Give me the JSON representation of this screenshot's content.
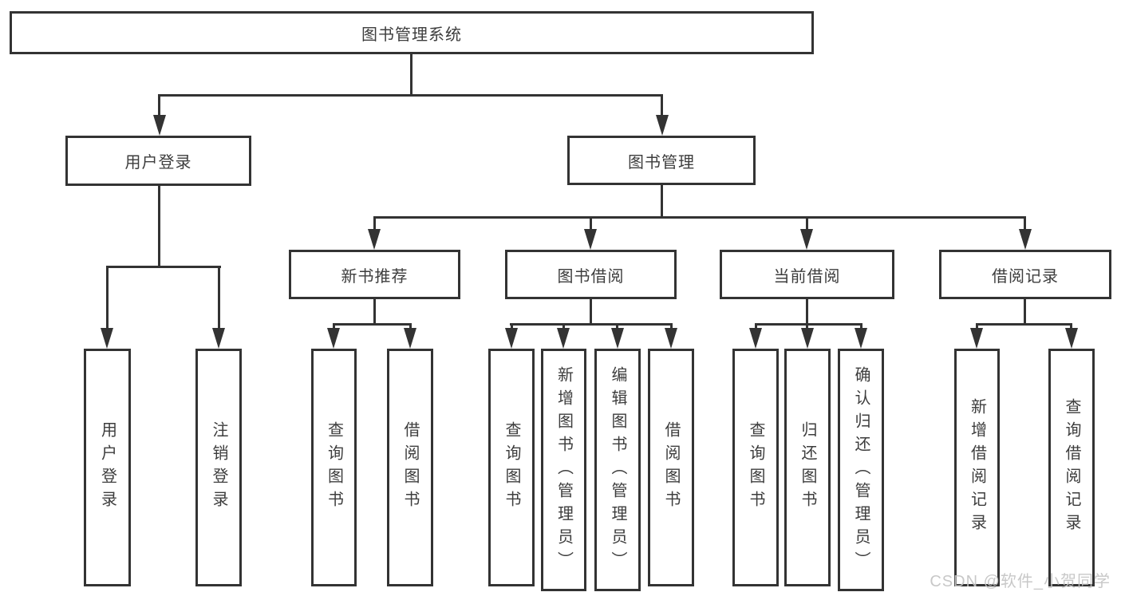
{
  "colors": {
    "line": "#333333",
    "text": "#3d3d3d",
    "background": "#ffffff",
    "watermark": "#c4c4c4"
  },
  "tree": {
    "root": {
      "label": "图书管理系统"
    },
    "level2": [
      {
        "label": "用户登录"
      },
      {
        "label": "图书管理"
      }
    ],
    "level3": [
      {
        "label": "新书推荐",
        "parent": "图书管理"
      },
      {
        "label": "图书借阅",
        "parent": "图书管理"
      },
      {
        "label": "当前借阅",
        "parent": "图书管理"
      },
      {
        "label": "借阅记录",
        "parent": "图书管理"
      }
    ],
    "leaves": [
      {
        "label": "用户登录",
        "parent": "用户登录"
      },
      {
        "label": "注销登录",
        "parent": "用户登录"
      },
      {
        "label": "查询图书",
        "parent": "新书推荐"
      },
      {
        "label": "借阅图书",
        "parent": "新书推荐"
      },
      {
        "label": "查询图书",
        "parent": "图书借阅"
      },
      {
        "label": "新增图书（管理员）",
        "parent": "图书借阅"
      },
      {
        "label": "编辑图书（管理员）",
        "parent": "图书借阅"
      },
      {
        "label": "借阅图书",
        "parent": "图书借阅"
      },
      {
        "label": "查询图书",
        "parent": "当前借阅"
      },
      {
        "label": "归还图书",
        "parent": "当前借阅"
      },
      {
        "label": "确认归还（管理员）",
        "parent": "当前借阅"
      },
      {
        "label": "新增借阅记录",
        "parent": "借阅记录"
      },
      {
        "label": "查询借阅记录",
        "parent": "借阅记录"
      }
    ]
  },
  "watermark": {
    "text": "CSDN @软件_小贺同学"
  }
}
